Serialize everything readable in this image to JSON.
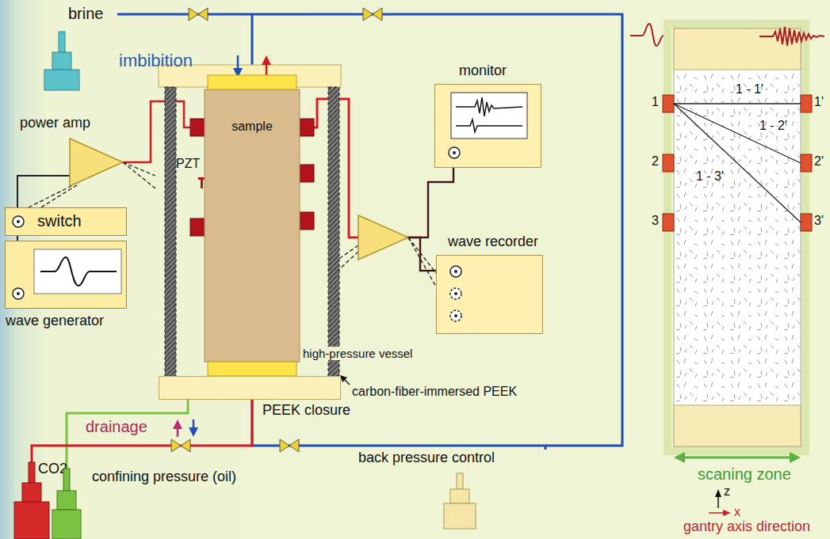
{
  "diagram": {
    "nodes": [
      {
        "text": [
          "brine"
        ]
      },
      {
        "text": [
          "power amp"
        ]
      },
      {
        "text": [
          "switch"
        ]
      },
      {
        "text": [
          "wave generator"
        ]
      },
      {
        "text": [
          "sample"
        ]
      },
      {
        "text": [
          "PEEK closure"
        ]
      },
      {
        "text": [
          "monitor"
        ]
      },
      {
        "text": [
          "wave recorder"
        ]
      },
      {
        "text": [
          "CO2"
        ]
      },
      {
        "text": [
          "confining pressure (oil)"
        ]
      },
      {
        "text": [
          "back pressure control"
        ]
      }
    ],
    "edges": [
      {
        "from": 0,
        "to": 4,
        "arrow": "none"
      },
      {
        "from": 3,
        "to": 2,
        "arrow": "none"
      },
      {
        "from": 2,
        "to": 1,
        "arrow": "none"
      },
      {
        "from": 1,
        "to": 4,
        "arrow": "none"
      },
      {
        "from": 4,
        "to": 6,
        "arrow": "none"
      },
      {
        "from": 4,
        "to": 7,
        "arrow": "none"
      },
      {
        "from": 9,
        "to": 5,
        "arrow": "none"
      },
      {
        "from": 10,
        "to": 4,
        "arrow": "none"
      },
      {
        "from": 8,
        "to": 4,
        "arrow": "none"
      }
    ],
    "labels": [
      "imbibition",
      "PZT",
      "high-pressure vessel",
      "carbon-fiber-immersed PEEK",
      "drainage",
      "1",
      "1'",
      "2",
      "2'",
      "3",
      "3'",
      "1 - 1'",
      "1 - 2'",
      "1 - 3'",
      "scaning zone",
      "z",
      "x",
      "gantry axis direction"
    ]
  }
}
